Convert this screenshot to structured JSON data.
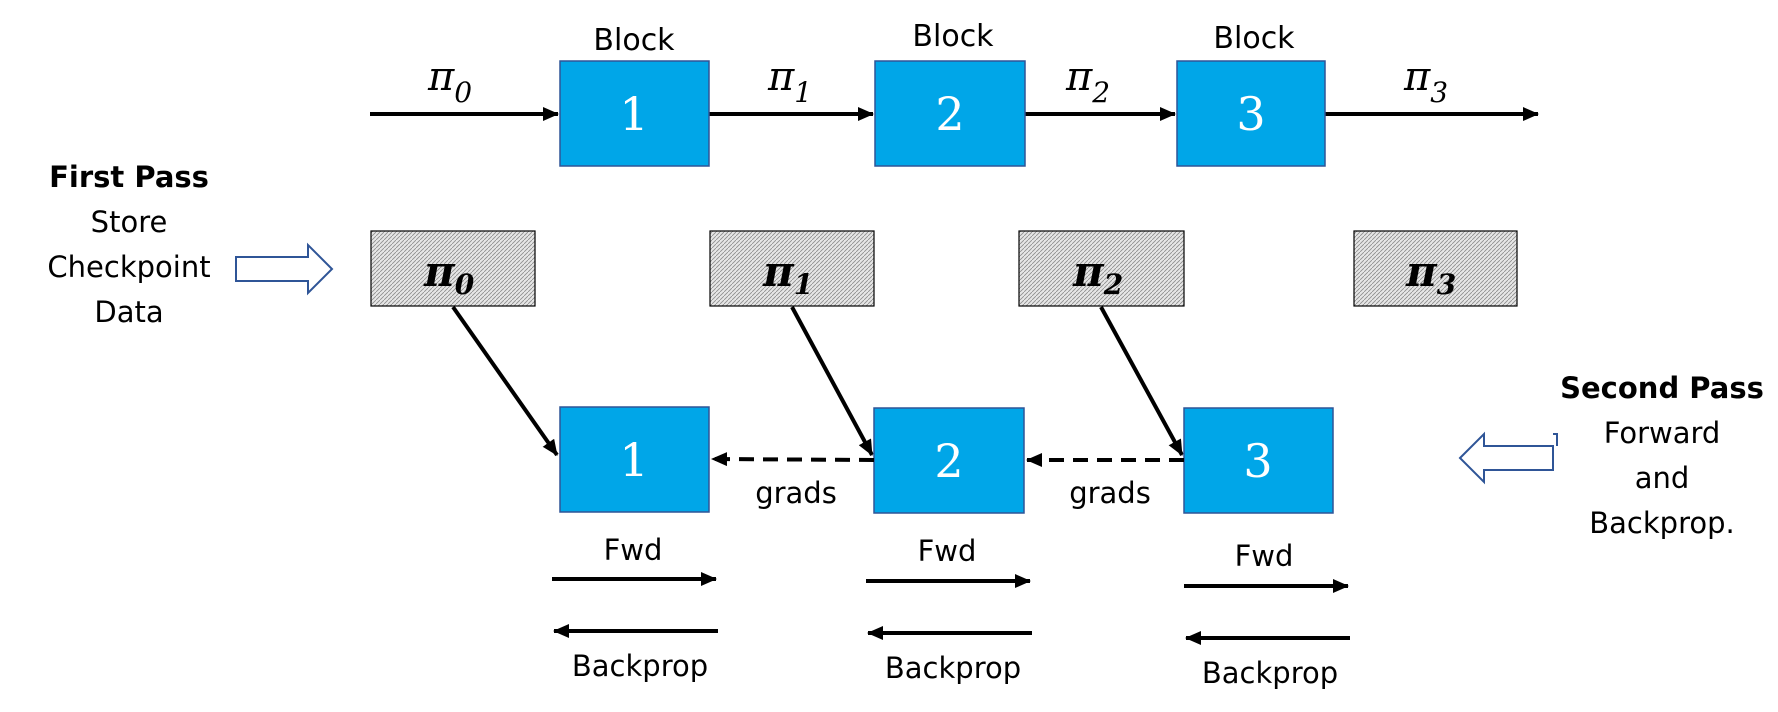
{
  "colors": {
    "block_fill": "#00A6E8",
    "block_stroke": "#2F5597",
    "arrow": "#000000",
    "hollow_arrow_stroke": "#2F5597",
    "checkpoint_fill": "#d9d9d9"
  },
  "top_row": {
    "blocks": [
      {
        "caption": "Block",
        "number": "1"
      },
      {
        "caption": "Block",
        "number": "2"
      },
      {
        "caption": "Block",
        "number": "3"
      }
    ],
    "activations": [
      {
        "symbol": "π",
        "sub": "0"
      },
      {
        "symbol": "π",
        "sub": "1"
      },
      {
        "symbol": "π",
        "sub": "2"
      },
      {
        "symbol": "π",
        "sub": "3"
      }
    ]
  },
  "first_pass": {
    "title": "First Pass",
    "line1": "Store",
    "line2": "Checkpoint",
    "line3": "Data"
  },
  "checkpoints": [
    {
      "symbol": "π",
      "sub": "0"
    },
    {
      "symbol": "π",
      "sub": "1"
    },
    {
      "symbol": "π",
      "sub": "2"
    },
    {
      "symbol": "π",
      "sub": "3"
    }
  ],
  "second_pass": {
    "title": "Second Pass",
    "line1": "Forward",
    "line2": "and",
    "line3": "Backprop."
  },
  "bottom_row": {
    "blocks": [
      {
        "number": "1",
        "fwd": "Fwd",
        "back": "Backprop"
      },
      {
        "number": "2",
        "fwd": "Fwd",
        "back": "Backprop"
      },
      {
        "number": "3",
        "fwd": "Fwd",
        "back": "Backprop"
      }
    ],
    "grads": [
      "grads",
      "grads"
    ]
  }
}
